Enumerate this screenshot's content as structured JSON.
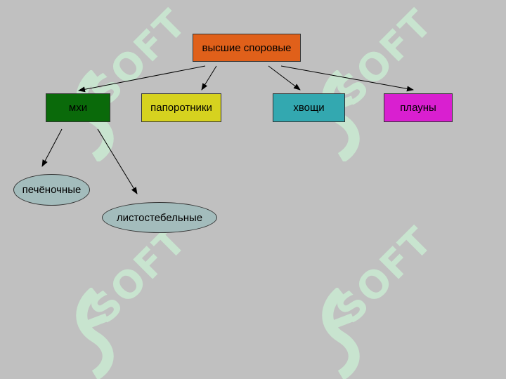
{
  "diagram": {
    "root": {
      "label": "высшие споровые",
      "color": "#e0601a"
    },
    "groups": [
      {
        "id": "mosses",
        "label": "мхи",
        "color": "#0a6a0a"
      },
      {
        "id": "ferns",
        "label": "папоротники",
        "color": "#d6d21f"
      },
      {
        "id": "horsetails",
        "label": "хвощи",
        "color": "#33a8b0"
      },
      {
        "id": "clubmosses",
        "label": "плауны",
        "color": "#d91fd0"
      }
    ],
    "subgroups": [
      {
        "id": "liverworts",
        "parent": "mosses",
        "label": "печёночные"
      },
      {
        "id": "leafy-mosses",
        "parent": "mosses",
        "label": "листостебельные"
      }
    ]
  },
  "watermark": {
    "icon": "soft-logo-icon",
    "text": "SOFT",
    "color": "#c8e4cf"
  }
}
